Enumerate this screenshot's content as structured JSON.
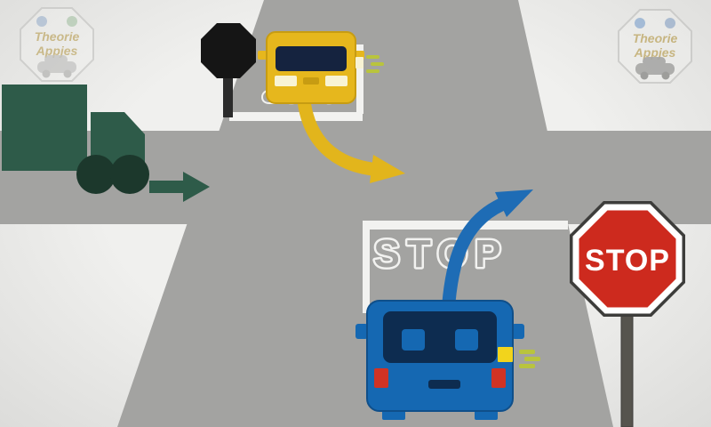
{
  "signs": {
    "red_stop_sign_label": "STOP"
  },
  "road_markings": {
    "top_text": "STOP",
    "bottom_text": "STOP"
  },
  "watermarks": {
    "left": {
      "line1": "Theorie",
      "line2": "Appjes"
    },
    "right": {
      "line1": "Theorie",
      "line2": "Appjes"
    }
  },
  "colors": {
    "background_center": "#f0f0ee",
    "background_edge": "#dcdcda",
    "road": "#a3a3a1",
    "road_marking": "#f2f2f0",
    "truck_green": "#2e5b49",
    "wheel_dark": "#1c382c",
    "car_yellow": "#e6b71d",
    "car_yellow_window": "#15233f",
    "car_blue": "#1568b2",
    "car_blue_window": "#0d2c50",
    "arrow_yellow": "#e2b51c",
    "arrow_blue": "#1e6cb5",
    "stop_sign_red": "#cd2a1e",
    "sign_outline_dark": "#3d3d3b",
    "black_sign": "#151515",
    "taillight_red": "#d13324",
    "indicator_yellow": "#f2d41c",
    "indicator_dash": "#b9c43d",
    "watermark_gold": "#b3953f"
  }
}
